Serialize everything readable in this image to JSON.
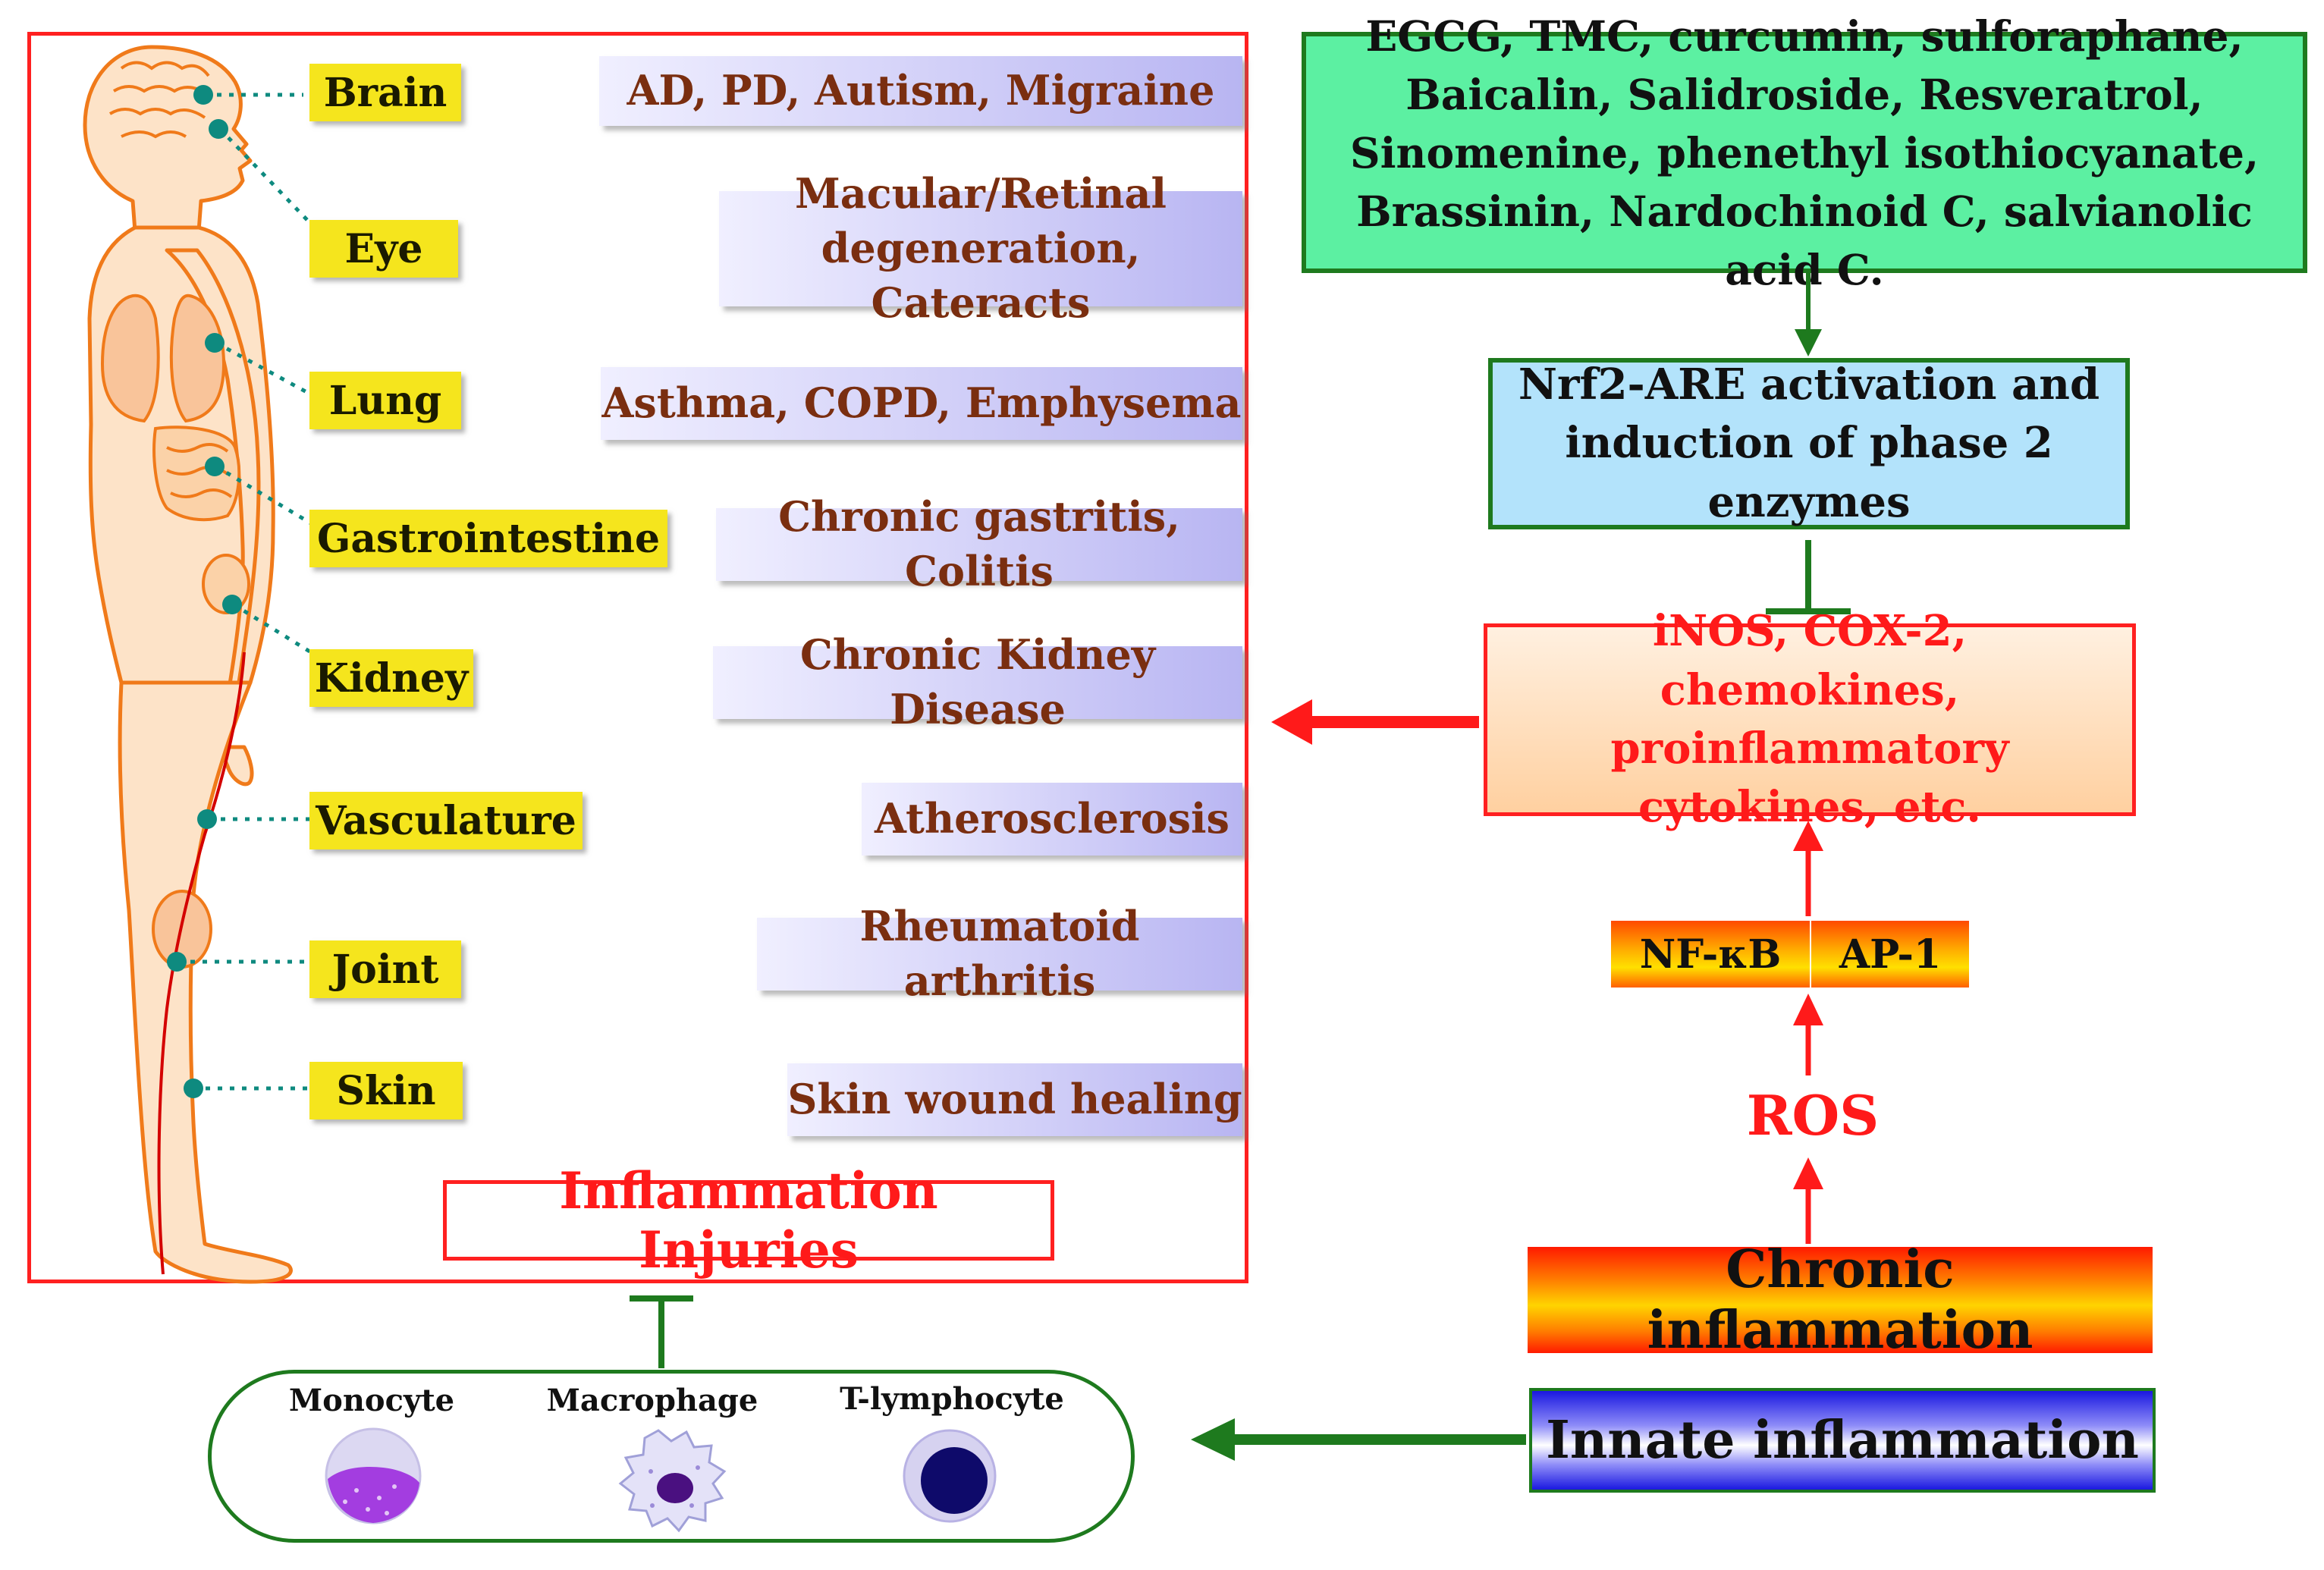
{
  "organs": [
    {
      "label": "Brain",
      "disease": "AD, PD, Autism, Migraine"
    },
    {
      "label": "Eye",
      "disease": "Macular/Retinal degeneration, Cateracts"
    },
    {
      "label": "Lung",
      "disease": "Asthma, COPD, Emphysema"
    },
    {
      "label": "Gastrointestine",
      "disease": "Chronic gastritis, Colitis"
    },
    {
      "label": "Kidney",
      "disease": "Chronic Kidney Disease"
    },
    {
      "label": "Vasculature",
      "disease": "Atherosclerosis"
    },
    {
      "label": "Joint",
      "disease": "Rheumatoid arthritis"
    },
    {
      "label": "Skin",
      "disease": "Skin wound healing"
    }
  ],
  "injuries_title": "Inflammation Injuries",
  "compounds": "EGCG, TMC, curcumin, sulforaphane, Baicalin, Salidroside, Resveratrol, Sinomenine, phenethyl isothiocyanate, Brassinin, Nardochinoid C, salvianolic acid C.",
  "nrf2": "Nrf2-ARE activation and induction of phase 2 enzymes",
  "mediators": "iNOS, COX-2, chemokines, proinflammatory cytokines, etc.",
  "nfkb": "NF-κB",
  "ap1": "AP-1",
  "ros": "ROS",
  "chronic": "Chronic inflammation",
  "innate": "Innate inflammation",
  "cells": {
    "monocyte": "Monocyte",
    "macrophage": "Macrophage",
    "tlymph": "T-lymphocyte"
  },
  "colors": {
    "red": "#ff1a1a",
    "green": "#1e7a1e",
    "label_yellow": "#f5e51d",
    "disease_text": "#7a2e10"
  }
}
